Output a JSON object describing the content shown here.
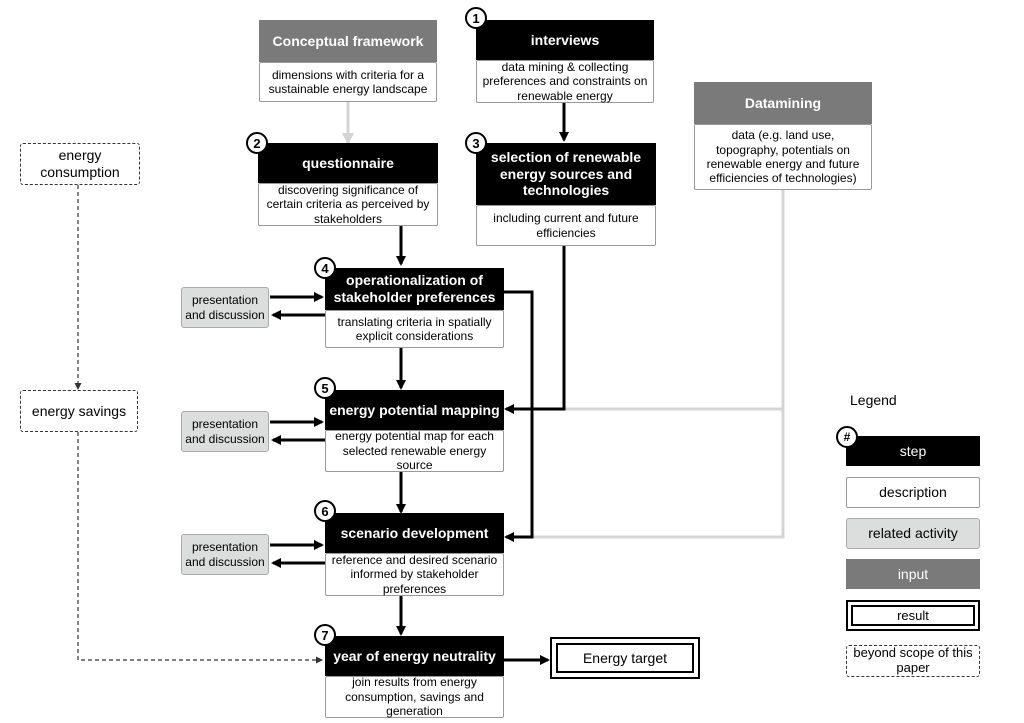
{
  "conceptual_framework": {
    "title": "Conceptual framework",
    "description": "dimensions with criteria for a sustainable energy landscape"
  },
  "datamining": {
    "title": "Datamining",
    "description": "data (e.g. land use, topography, potentials on renewable energy and future efficiencies of technologies)"
  },
  "steps": [
    {
      "number": "1",
      "title": "interviews",
      "description": "data mining & collecting preferences and constraints on renewable energy"
    },
    {
      "number": "2",
      "title": "questionnaire",
      "description": "discovering significance of certain criteria as perceived by stakeholders"
    },
    {
      "number": "3",
      "title": "selection of renewable energy sources and technologies",
      "description": "including current and future efficiencies"
    },
    {
      "number": "4",
      "title": "operationalization of stakeholder preferences",
      "description": "translating criteria in spatially explicit considerations"
    },
    {
      "number": "5",
      "title": "energy potential mapping",
      "description": "energy potential map for each selected renewable energy source"
    },
    {
      "number": "6",
      "title": "scenario development",
      "description": "reference and desired scenario informed by stakeholder preferences"
    },
    {
      "number": "7",
      "title": "year of energy neutrality",
      "description": "join results from energy consumption, savings and generation"
    }
  ],
  "related_activities": [
    "presentation and discussion",
    "presentation and discussion",
    "presentation and discussion"
  ],
  "beyond_scope": {
    "energy_consumption": "energy consumption",
    "energy_savings": "energy savings"
  },
  "result": {
    "label": "Energy target"
  },
  "legend": {
    "title": "Legend",
    "symbol": "#",
    "step": "step",
    "description": "description",
    "related_activity": "related activity",
    "input": "input",
    "result": "result",
    "beyond_scope": "beyond scope of this paper"
  },
  "colors": {
    "step": "#000000",
    "input": "#7a7a7a",
    "related_activity": "#dcdedd",
    "input_arrow": "#d4d4d4"
  }
}
